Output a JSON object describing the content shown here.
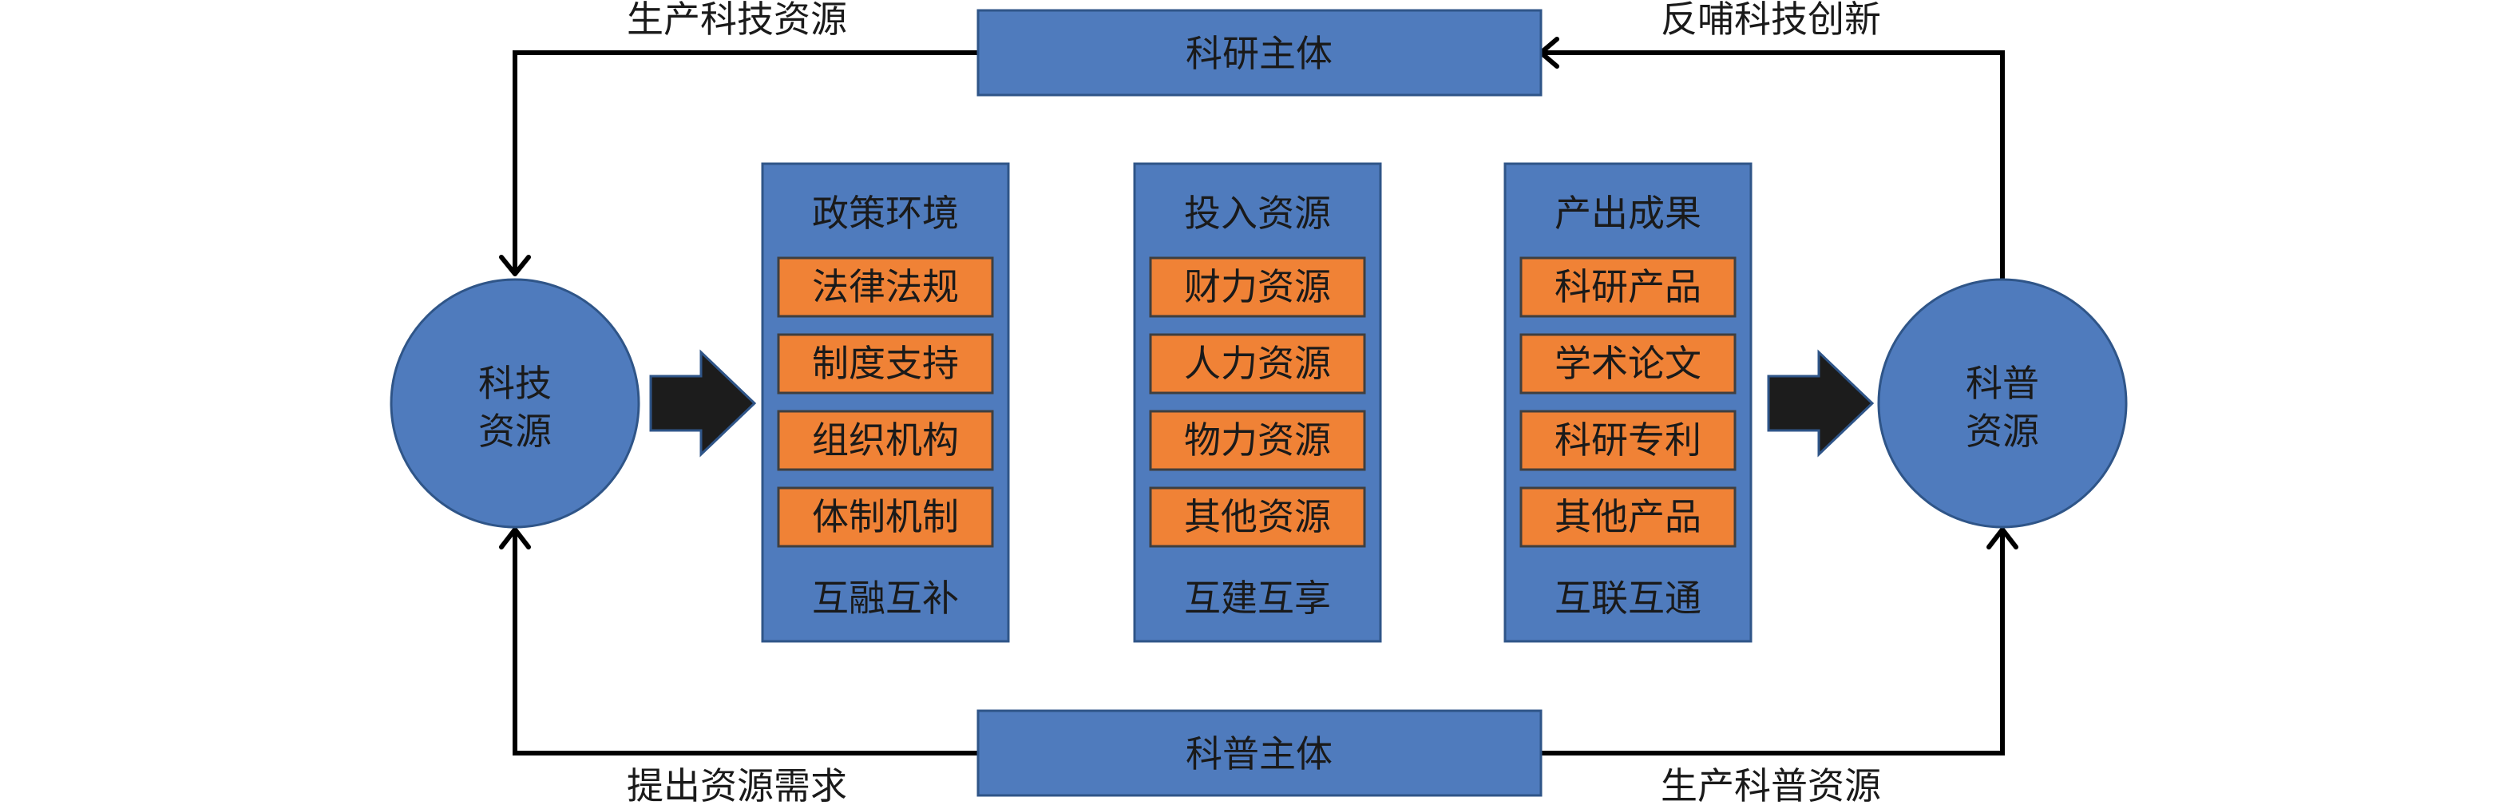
{
  "nodes": {
    "top_subject": "科研主体",
    "bottom_subject": "科普主体",
    "left_circle": {
      "line1": "科技",
      "line2": "资源"
    },
    "right_circle": {
      "line1": "科普",
      "line2": "资源"
    }
  },
  "edge_labels": {
    "top_left": "生产科技资源",
    "top_right": "反哺科技创新",
    "bottom_left": "提出资源需求",
    "bottom_right": "生产科普资源"
  },
  "columns": [
    {
      "title": "政策环境",
      "items": [
        "法律法规",
        "制度支持",
        "组织机构",
        "体制机制"
      ],
      "footer": "互融互补"
    },
    {
      "title": "投入资源",
      "items": [
        "财力资源",
        "人力资源",
        "物力资源",
        "其他资源"
      ],
      "footer": "互建互享"
    },
    {
      "title": "产出成果",
      "items": [
        "科研产品",
        "学术论文",
        "科研专利",
        "其他产品"
      ],
      "footer": "互联互通"
    }
  ],
  "colors": {
    "box_fill": "#4f7bbd",
    "item_fill": "#f08236",
    "line": "#000000"
  }
}
